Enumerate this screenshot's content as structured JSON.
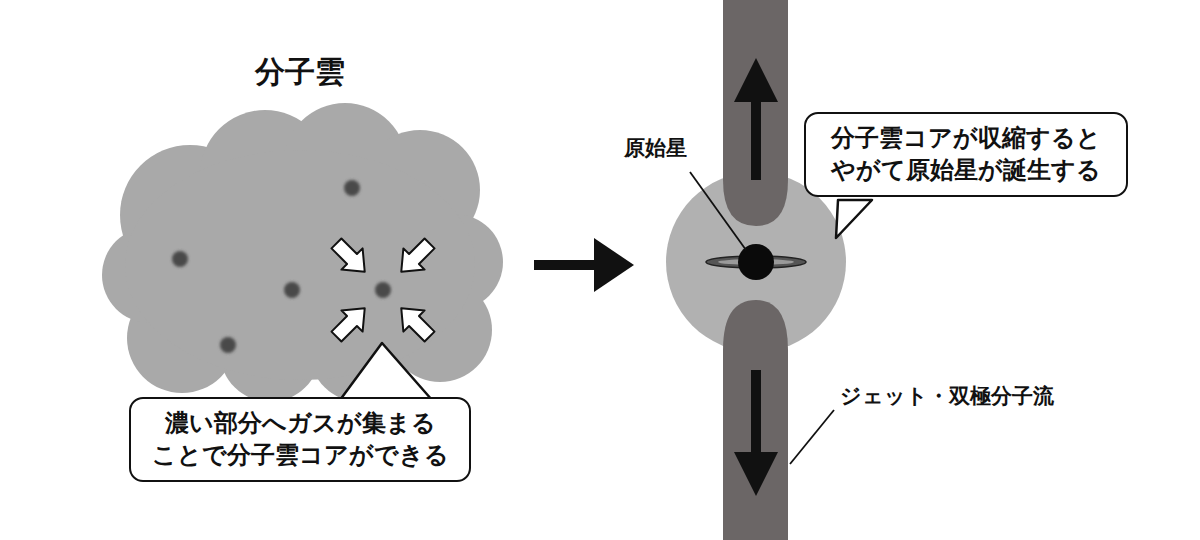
{
  "diagram": {
    "title": "分子雲",
    "nodes": [
      {
        "text": [
          "濃い部分へガスが集まる ことで分子雲コアができる"
        ]
      },
      {
        "text": [
          "分子雲コアが収縮すると やがて原始星が誕生する"
        ]
      }
    ],
    "labels": [
      "原始星",
      "ジェット・双極分子流"
    ]
  }
}
